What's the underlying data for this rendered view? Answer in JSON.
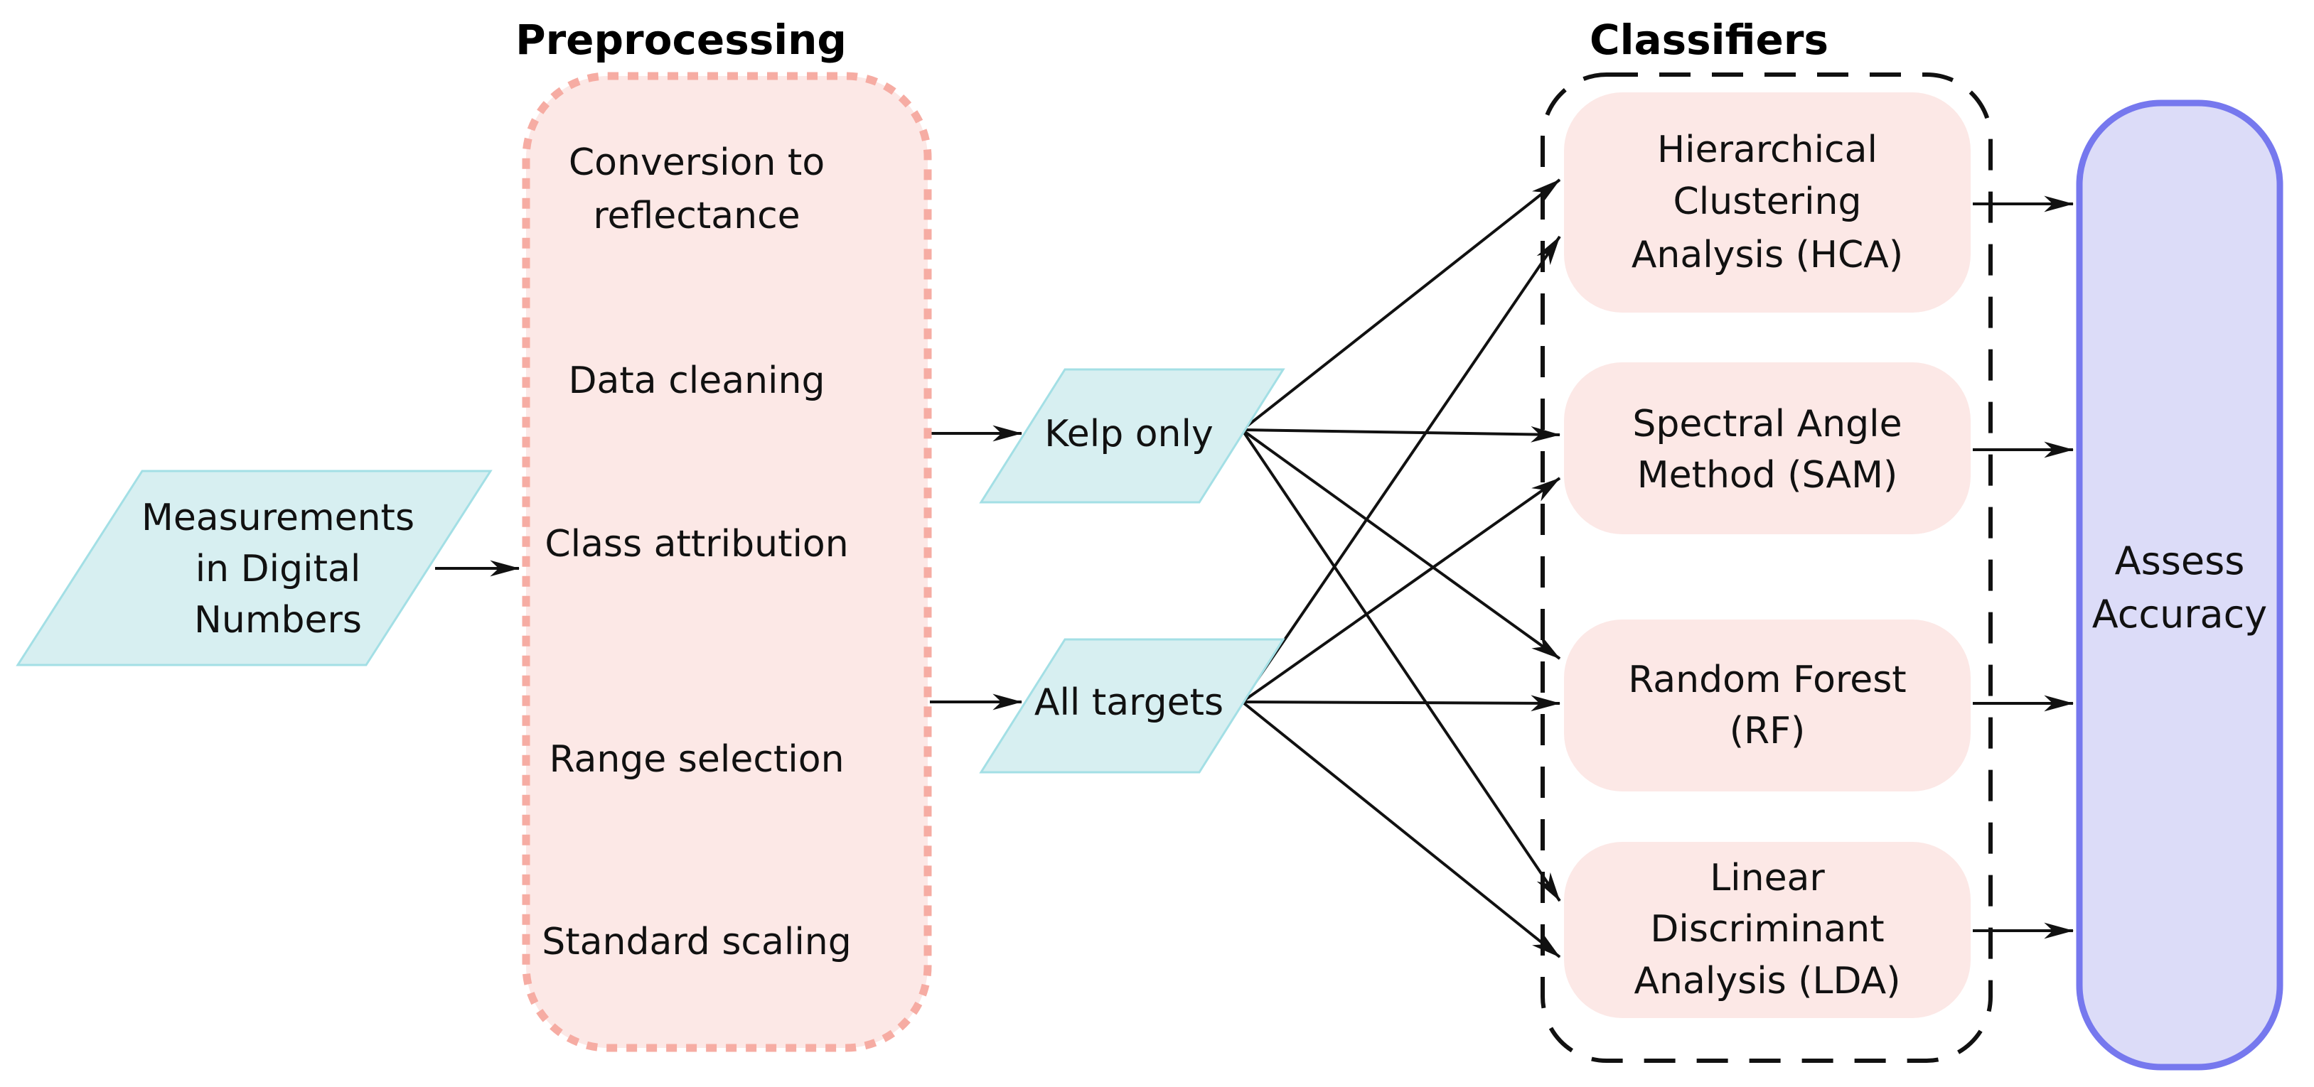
{
  "diagram_type": "flowchart",
  "colors": {
    "background": "#ffffff",
    "pink_fill": "#fce8e6",
    "pink_dash_border": "#f6aca3",
    "cyan_fill": "#d7eff1",
    "cyan_border": "#a3dfe5",
    "lavender_fill": "#dcdcf8",
    "lavender_border": "#7678ee",
    "classifier_dash_border": "#111111",
    "arrow_color": "#111111",
    "text_color": "#111111"
  },
  "input_node": {
    "id": "measurements",
    "lines": [
      "Measurements",
      "in Digital",
      "Numbers"
    ]
  },
  "preprocessing": {
    "title": "Preprocessing",
    "steps": [
      {
        "id": "conversion",
        "lines": [
          "Conversion to",
          "reflectance"
        ]
      },
      {
        "id": "data-cleaning",
        "lines": [
          "Data cleaning"
        ]
      },
      {
        "id": "class-attribution",
        "lines": [
          "Class attribution"
        ]
      },
      {
        "id": "range-selection",
        "lines": [
          "Range selection"
        ]
      },
      {
        "id": "standard-scaling",
        "lines": [
          "Standard scaling"
        ]
      }
    ]
  },
  "branches": [
    {
      "id": "kelp-only",
      "label": "Kelp only"
    },
    {
      "id": "all-targets",
      "label": "All targets"
    }
  ],
  "classifiers": {
    "title": "Classifiers",
    "items": [
      {
        "id": "hca",
        "lines": [
          "Hierarchical",
          "Clustering",
          "Analysis (HCA)"
        ]
      },
      {
        "id": "sam",
        "lines": [
          "Spectral Angle",
          "Method (SAM)"
        ]
      },
      {
        "id": "rf",
        "lines": [
          "Random Forest",
          "(RF)"
        ]
      },
      {
        "id": "lda",
        "lines": [
          "Linear",
          "Discriminant",
          "Analysis (LDA)"
        ]
      }
    ]
  },
  "output_node": {
    "id": "assess-accuracy",
    "lines": [
      "Assess",
      "Accuracy"
    ]
  },
  "edges": [
    {
      "from": "measurements",
      "to": "preprocessing"
    },
    {
      "from": "conversion",
      "to": "data-cleaning"
    },
    {
      "from": "data-cleaning",
      "to": "class-attribution"
    },
    {
      "from": "class-attribution",
      "to": "range-selection"
    },
    {
      "from": "range-selection",
      "to": "standard-scaling"
    },
    {
      "from": "preprocessing",
      "to": "kelp-only"
    },
    {
      "from": "preprocessing",
      "to": "all-targets"
    },
    {
      "from": "kelp-only",
      "to": "hca"
    },
    {
      "from": "kelp-only",
      "to": "sam"
    },
    {
      "from": "kelp-only",
      "to": "rf"
    },
    {
      "from": "kelp-only",
      "to": "lda"
    },
    {
      "from": "all-targets",
      "to": "hca"
    },
    {
      "from": "all-targets",
      "to": "sam"
    },
    {
      "from": "all-targets",
      "to": "rf"
    },
    {
      "from": "all-targets",
      "to": "lda"
    },
    {
      "from": "hca",
      "to": "assess-accuracy"
    },
    {
      "from": "sam",
      "to": "assess-accuracy"
    },
    {
      "from": "rf",
      "to": "assess-accuracy"
    },
    {
      "from": "lda",
      "to": "assess-accuracy"
    }
  ]
}
